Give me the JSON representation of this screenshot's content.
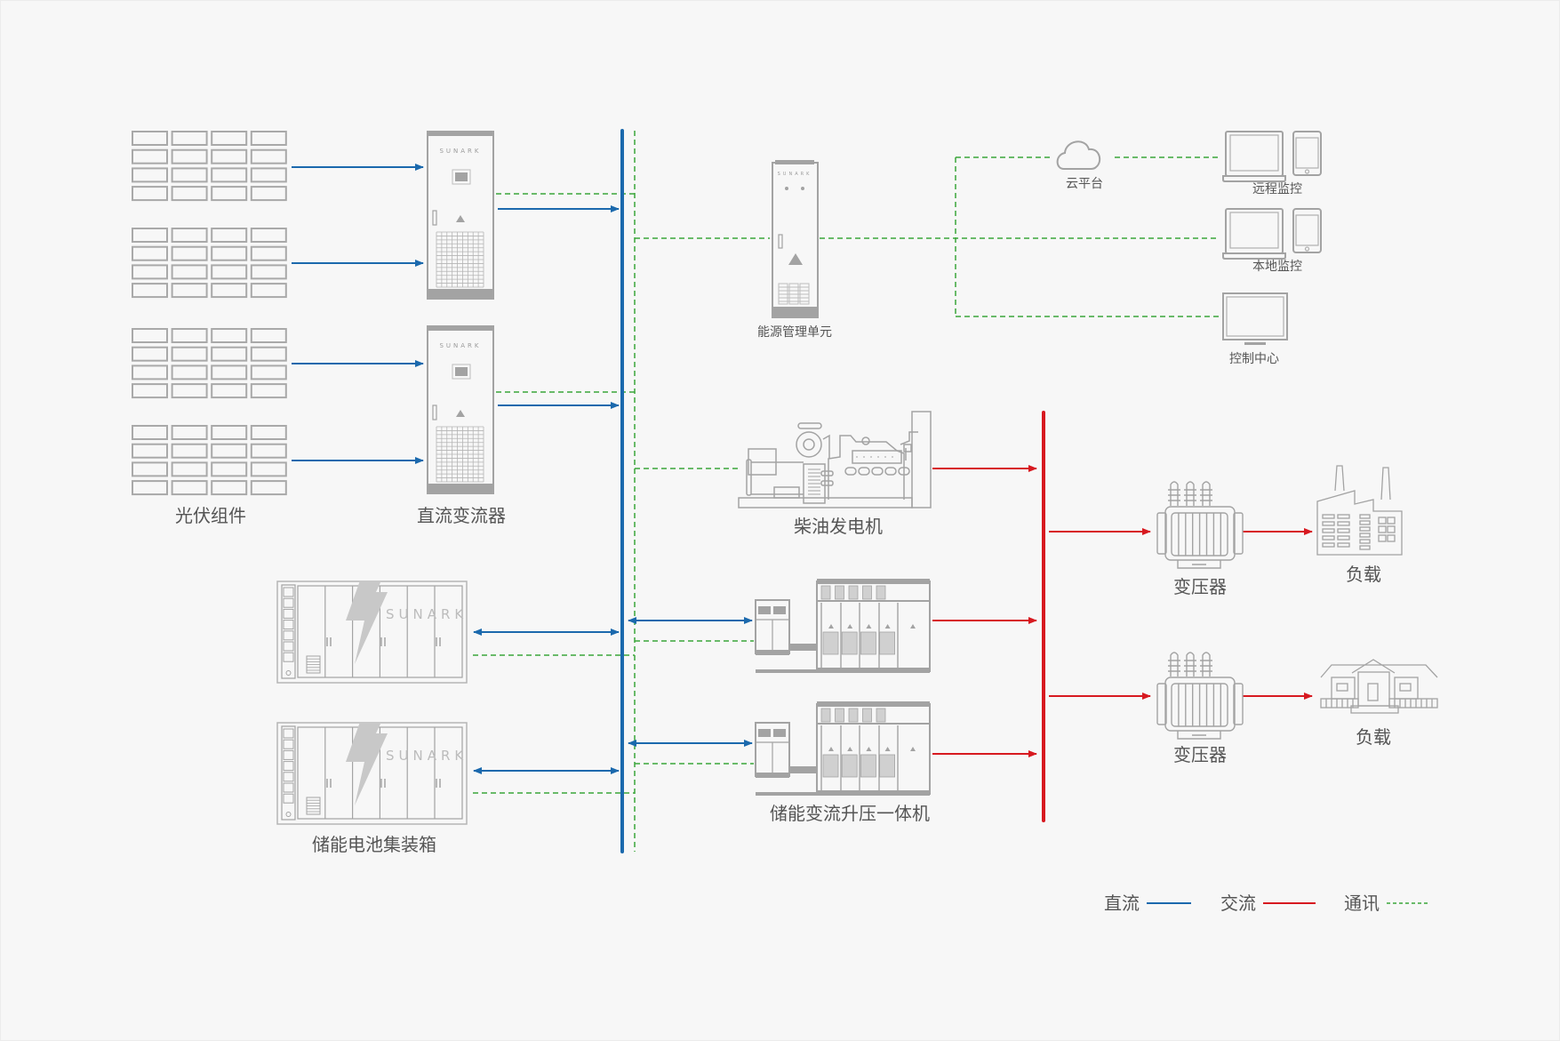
{
  "diagram": {
    "brand": "SUNARK",
    "colors": {
      "dc": "#1b69ad",
      "ac": "#d71920",
      "comm": "#3aa63a",
      "device": "#a3a3a3",
      "label": "#555555",
      "background": "#f7f7f7"
    },
    "nodes": {
      "pv": "光伏组件",
      "dc_converter": "直流变流器",
      "ems": "能源管理单元",
      "cloud": "云平台",
      "remote_monitor": "远程监控",
      "local_monitor": "本地监控",
      "control_center": "控制中心",
      "diesel": "柴油发电机",
      "battery_container": "储能电池集装箱",
      "pcs_booster": "储能变流升压一体机",
      "transformer_1": "变压器",
      "transformer_2": "变压器",
      "load_1": "负载",
      "load_2": "负载"
    },
    "legend": [
      {
        "label": "直流",
        "type": "dc"
      },
      {
        "label": "交流",
        "type": "ac"
      },
      {
        "label": "通讯",
        "type": "comm"
      }
    ]
  }
}
